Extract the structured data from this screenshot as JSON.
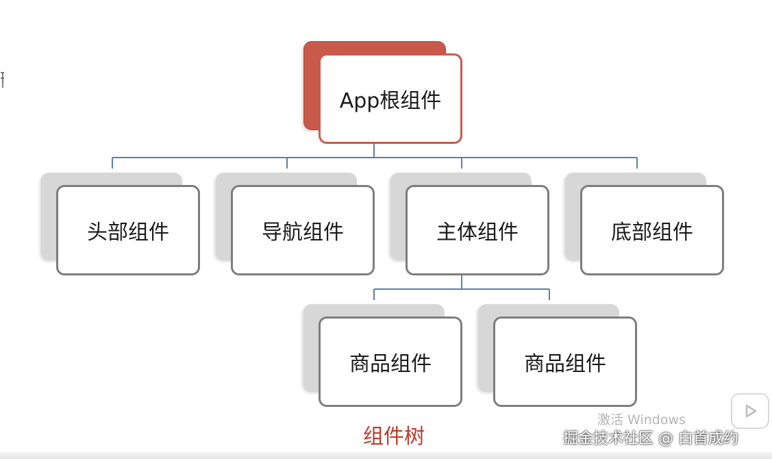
{
  "diagram": {
    "root": {
      "label": "App根组件"
    },
    "children": [
      {
        "label": "头部组件"
      },
      {
        "label": "导航组件"
      },
      {
        "label": "主体组件"
      },
      {
        "label": "底部组件"
      }
    ],
    "grandchildren": [
      {
        "label": "商品组件"
      },
      {
        "label": "商品组件"
      }
    ],
    "caption": "组件树"
  },
  "overlay": {
    "windows_watermark": "激活 Windows",
    "site_watermark": "掘金技术社区 @ 白首成约",
    "play_icon": "play-icon"
  },
  "colors": {
    "root_accent": "#c9594b",
    "node_border": "#7d7d7d",
    "node_shadow": "#d7d7d7",
    "connector": "#5b7fa8",
    "caption": "#c0392b"
  }
}
